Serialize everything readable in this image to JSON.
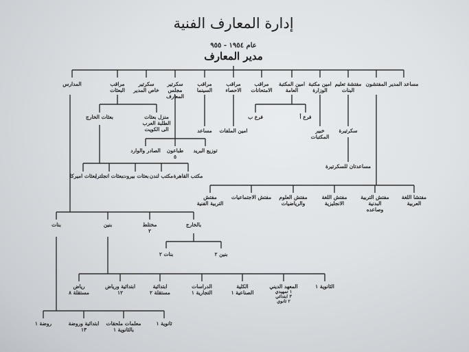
{
  "title": "إدارة المعارف الفنية",
  "year": "عام ١٩٥٤ - ٩٥٥",
  "director": "مدير المعارف",
  "top": [
    "المدارس",
    "مراقب البعثات",
    "سكرتير خاص المدير",
    "سكرتير مجلس المعارف",
    "مراقب السينما",
    "مراقب الاحصاء",
    "مراقب الامتحانات",
    "امين المكتبة العامة",
    "امين مكتبة الوزارة",
    "مفتشة تعليم البنات",
    "المفتشون",
    "مساعد المدير"
  ],
  "missions": {
    "abroad": "بعثات الخارج",
    "house": "منزل بعثات الطلبة العرب الى الكويت",
    "children": [
      "بعثات اميركا",
      "بعثات انجلترا",
      "بعثات بيروت",
      "مكتب لندن",
      "مكتب القاهرة"
    ]
  },
  "council": [
    "الصادر والوارد",
    "طباعون ٥",
    "توزيع البريد"
  ],
  "cinema": "مساعد",
  "stats": "امين الملفات",
  "library": [
    "فرع ب",
    "فرع أ"
  ],
  "ministry_library": "خبير المكتبات",
  "girls_inspector": {
    "secretary": "سكرتيرة",
    "assistants": "مساعدتان للسكرتيرة"
  },
  "inspectors": [
    "مفتش التربية الفنية",
    "مفتش الاجتماعيات",
    "مفتش العلوم والرياضيات",
    "مفتش اللغة الانجليزية",
    "مفتش التربية البدنية وصاعده",
    "مفتشا اللغة العربية"
  ],
  "schools": [
    "بنات",
    "بنين",
    "مختلط ٢",
    "بالخارج"
  ],
  "abroad": [
    "بنات ٢",
    "بنين ٢"
  ],
  "boys": [
    "رياض مستقلة ٨",
    "ابتدائية ورياض ١٢",
    "ابتدائية مستقلة ٢",
    "الدراسات التجارية ١",
    "الكلية الصناعية ١",
    "المعهد الديني",
    "الثانوية ١"
  ],
  "religious_sub": [
    "١ تمهيدي",
    "٣ ابتدائي",
    "٢ ثانوي"
  ],
  "girls": [
    "روضة ١",
    "ابتدائية وروضة ١٣",
    "معلمات ملحقات بالثانوية ١",
    "ثانوية ١"
  ]
}
